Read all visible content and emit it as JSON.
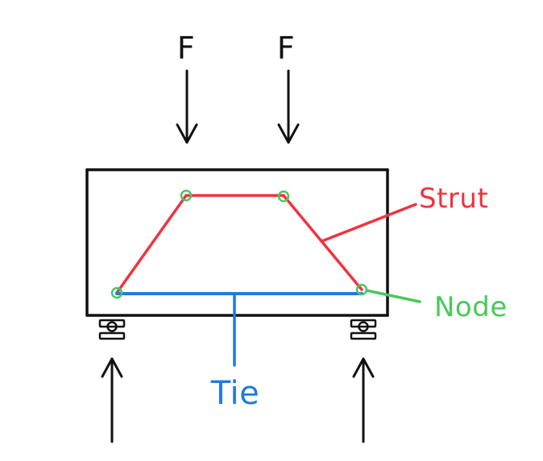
{
  "labels": {
    "force_left": "F",
    "force_right": "F",
    "strut": "Strut",
    "node": "Node",
    "tie": "Tie"
  },
  "colors": {
    "ink": "#111111",
    "strut": "#ef3340",
    "tie": "#1f7ae0",
    "node": "#48c95a"
  }
}
